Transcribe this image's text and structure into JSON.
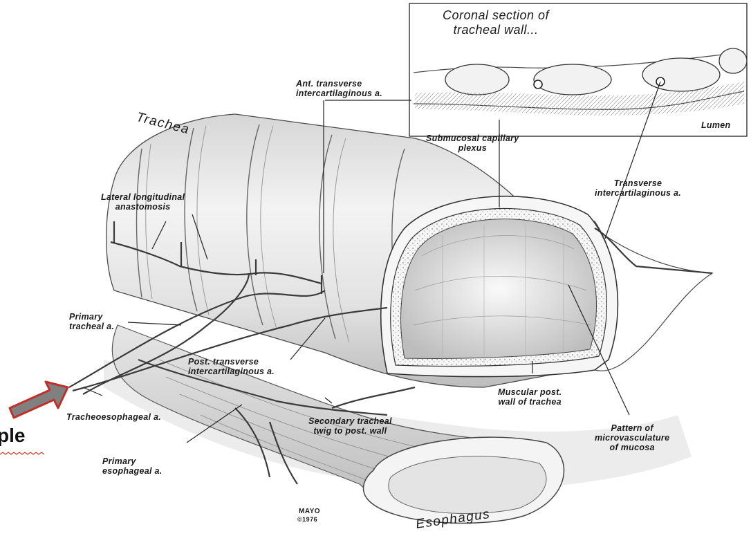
{
  "labels": {
    "inset_title": "Coronal section of\ntracheal wall...",
    "lumen": "Lumen",
    "ant_transverse": "Ant. transverse\nintercartilaginous a.",
    "submucosal": "Submucosal capillary\nplexus",
    "trachea": "Trachea",
    "lateral_longitudinal": "Lateral longitudinal\nanastomosis",
    "transverse": "Transverse\nintercartilaginous a.",
    "primary_tracheal": "Primary\ntracheal a.",
    "post_transverse": "Post. transverse\nintercartilaginous a.",
    "muscular": "Muscular post.\nwall of trachea",
    "tracheoesophageal": "Tracheoesophageal a.",
    "secondary_tracheal": "Secondary tracheal\ntwig to post. wall",
    "pattern": "Pattern of\nmicrovasculature\nof mucosa",
    "primary_esophageal": "Primary\nesophageal a.",
    "esophagus": "Esophagus",
    "mayo": "MAYO",
    "copyright": "©1976",
    "cut_text": "ple"
  },
  "colors": {
    "ink": "#1a1a1a",
    "arrow_fill": "#808080",
    "arrow_stroke": "#c0302a",
    "squiggle": "#d93a2e"
  }
}
